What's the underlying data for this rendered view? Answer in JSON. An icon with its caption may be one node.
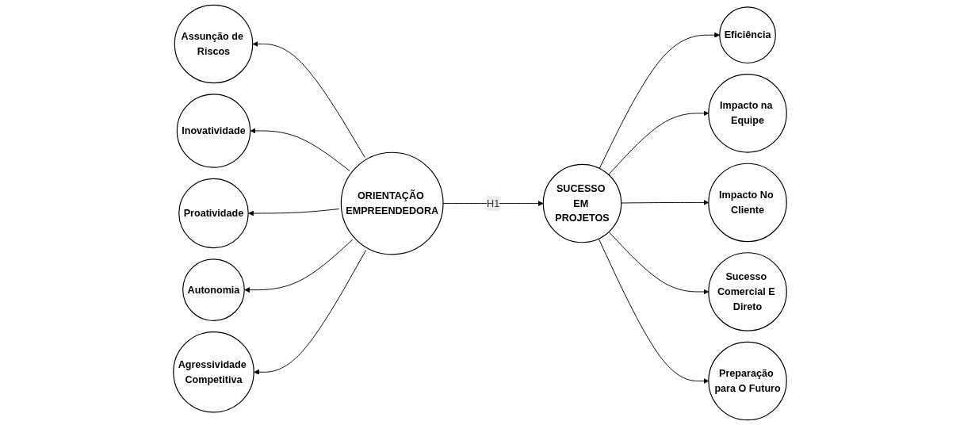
{
  "diagram": {
    "nodes": [
      {
        "text": [
          "Assunção de Riscos"
        ]
      },
      {
        "text": [
          "Inovatividade"
        ]
      },
      {
        "text": [
          "Proatividade"
        ]
      },
      {
        "text": [
          "Autonomia"
        ]
      },
      {
        "text": [
          "Agressividade Competitiva"
        ]
      },
      {
        "text": [
          "ORIENTAÇÃO EMPREENDEDORA"
        ]
      },
      {
        "text": [
          "SUCESSO EM PROJETOS"
        ]
      },
      {
        "text": [
          "Eficiência"
        ]
      },
      {
        "text": [
          "Impacto na Equipe"
        ]
      },
      {
        "text": [
          "Impacto No Cliente"
        ]
      },
      {
        "text": [
          "Sucesso Comercial E Direto"
        ]
      },
      {
        "text": [
          "Preparação para O Futuro"
        ]
      }
    ],
    "edges": [
      {
        "from": 5,
        "to": 0,
        "arrow": "to"
      },
      {
        "from": 5,
        "to": 1,
        "arrow": "to"
      },
      {
        "from": 5,
        "to": 2,
        "arrow": "to"
      },
      {
        "from": 5,
        "to": 3,
        "arrow": "to"
      },
      {
        "from": 5,
        "to": 4,
        "arrow": "to"
      },
      {
        "from": 5,
        "to": 6,
        "label": "H1",
        "arrow": "to"
      },
      {
        "from": 6,
        "to": 7,
        "arrow": "to"
      },
      {
        "from": 6,
        "to": 8,
        "arrow": "to"
      },
      {
        "from": 6,
        "to": 9,
        "arrow": "to"
      },
      {
        "from": 6,
        "to": 10,
        "arrow": "to"
      },
      {
        "from": 6,
        "to": 11,
        "arrow": "to"
      }
    ]
  }
}
